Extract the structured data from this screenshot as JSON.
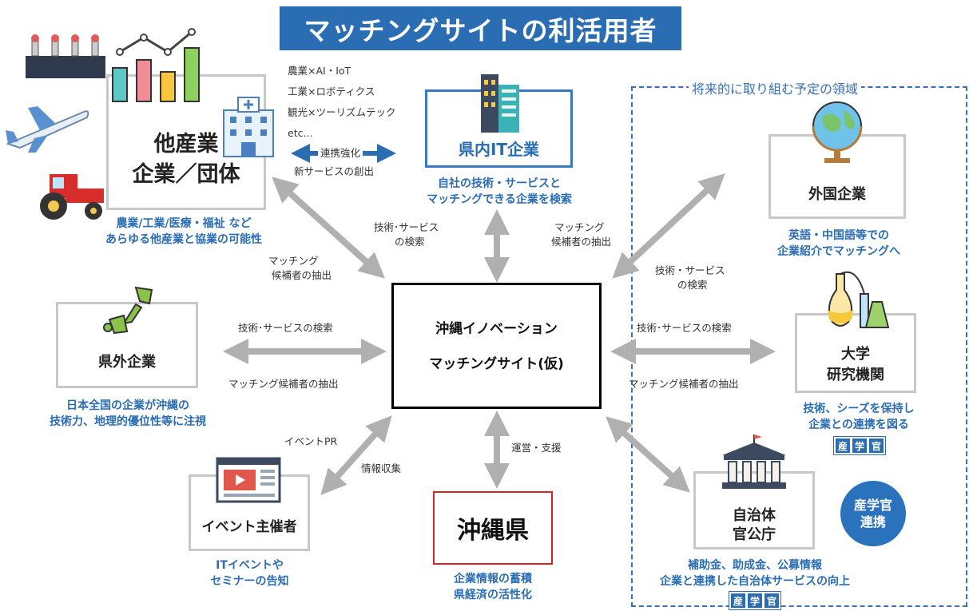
{
  "title": "マッチングサイトの利活用者",
  "future_area_label": "将来的に取り組む予定の領域",
  "center": {
    "line1": "沖縄イノベーション",
    "line2": "マッチングサイト(仮)"
  },
  "other_industry": {
    "label_line1": "他産業",
    "label_line2": "企業／団体",
    "note_line1": "農業/工業/医療・福祉 など",
    "note_line2": "あらゆる他産業と協業の可能性",
    "tech_list": [
      "農業×AI・IoT",
      "工業×ロボティクス",
      "観光×ツーリズムテック",
      "etc…"
    ],
    "renkei": "連携強化",
    "new_service": "新サービスの創出"
  },
  "prefecture_it": {
    "label": "県内IT企業",
    "note_line1": "自社の技術・サービスと",
    "note_line2": "マッチングできる企業を検索"
  },
  "foreign": {
    "label": "外国企業",
    "note_line1": "英語・中国語等での",
    "note_line2": "企業紹介でマッチングへ"
  },
  "outside_pref": {
    "label": "県外企業",
    "note_line1": "日本全国の企業が沖縄の",
    "note_line2": "技術力、地理的優位性等に注視"
  },
  "university": {
    "label_line1": "大学",
    "label_line2": "研究機関",
    "note_line1": "技術、シーズを保持し",
    "note_line2": "企業との連携を図る"
  },
  "event": {
    "label": "イベント主催者",
    "note_line1": "ITイベントや",
    "note_line2": "セミナーの告知"
  },
  "okinawa_pref": {
    "label": "沖縄県",
    "note_line1": "企業情報の蓄積",
    "note_line2": "県経済の活性化"
  },
  "local_gov": {
    "label_line1": "自治体",
    "label_line2": "官公庁",
    "note_line1": "補助金、助成金、公募情報",
    "note_line2": "企業と連携した自治体サービスの向上"
  },
  "sangakukan": [
    "産",
    "学",
    "官"
  ],
  "circle": {
    "line1": "産学官",
    "line2": "連携"
  },
  "arrow_labels": {
    "match_cand_left_1": "マッチング",
    "match_cand_left_2": "候補者の抽出",
    "tech_search_top_1": "技術･サービス",
    "tech_search_top_2": "の検索",
    "match_cand_top_1": "マッチング",
    "match_cand_top_2": "候補者の抽出",
    "tech_search_right_1": "技術・サービス",
    "tech_search_right_2": "の検索",
    "left_search": "技術･サービスの検索",
    "left_extract": "マッチング候補者の抽出",
    "right_search": "技術･サービスの検索",
    "right_extract": "マッチング候補者の抽出",
    "event_pr": "イベントPR",
    "info_collect": "情報収集",
    "ops_support": "運営・支援"
  },
  "colors": {
    "brand_blue": "#2a6db3",
    "arrow_gray": "#b0b0b0",
    "okinawa_red": "#e02020"
  }
}
